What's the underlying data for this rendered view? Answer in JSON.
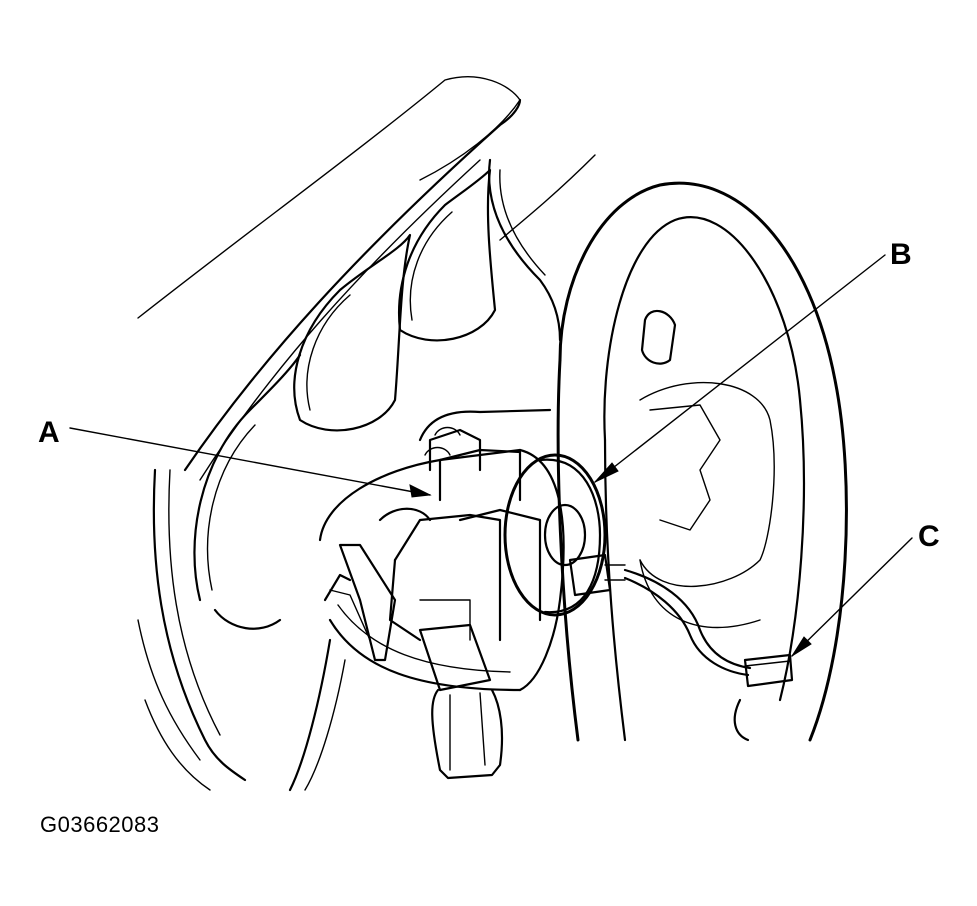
{
  "callouts": {
    "a": "A",
    "b": "B",
    "c": "C"
  },
  "figure_id": "G03662083"
}
